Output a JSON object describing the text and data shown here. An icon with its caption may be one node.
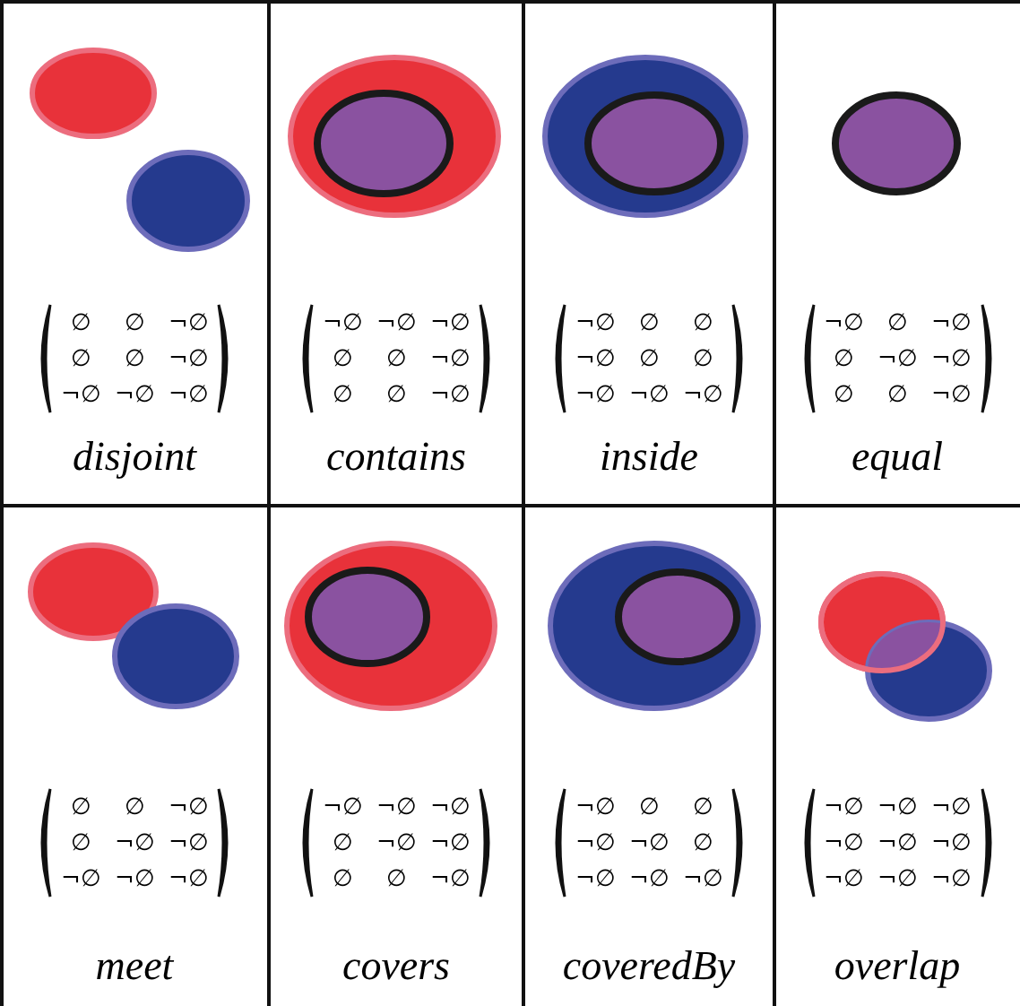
{
  "diagram": {
    "labels": [
      "∅",
      "∅",
      "¬∅",
      "∅",
      "∅",
      "¬∅",
      "¬∅",
      "¬∅",
      "¬∅",
      "disjoint",
      "¬∅",
      "¬∅",
      "¬∅",
      "∅",
      "∅",
      "¬∅",
      "∅",
      "∅",
      "¬∅",
      "contains",
      "¬∅",
      "∅",
      "∅",
      "¬∅",
      "∅",
      "∅",
      "¬∅",
      "¬∅",
      "¬∅",
      "inside",
      "¬∅",
      "∅",
      "¬∅",
      "∅",
      "¬∅",
      "¬∅",
      "∅",
      "∅",
      "¬∅",
      "equal",
      "∅",
      "∅",
      "¬∅",
      "∅",
      "¬∅",
      "¬∅",
      "¬∅",
      "¬∅",
      "¬∅",
      "meet",
      "¬∅",
      "¬∅",
      "¬∅",
      "∅",
      "¬∅",
      "¬∅",
      "∅",
      "∅",
      "¬∅",
      "covers",
      "¬∅",
      "∅",
      "∅",
      "¬∅",
      "¬∅",
      "∅",
      "¬∅",
      "¬∅",
      "¬∅",
      "coveredBy",
      "¬∅",
      "¬∅",
      "¬∅",
      "¬∅",
      "¬∅",
      "¬∅",
      "¬∅",
      "¬∅",
      "¬∅",
      "overlap"
    ]
  }
}
